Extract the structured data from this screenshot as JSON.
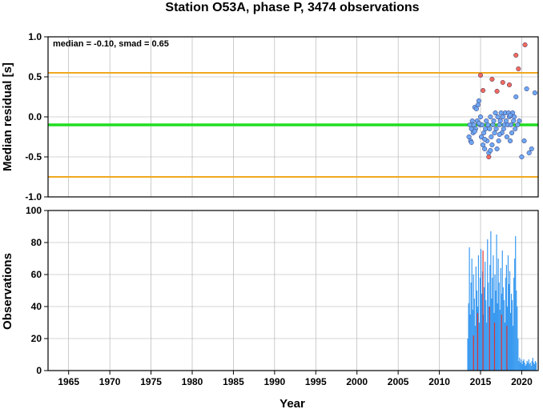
{
  "chart_data": [
    {
      "type": "scatter",
      "title": "Station O53A, phase P, 3474 observations",
      "ylabel": "Median residual [s]",
      "annotation": "median = -0.10, smad = 0.65",
      "xlim": [
        1962.5,
        2022.0
      ],
      "ylim": [
        -1.0,
        1.0
      ],
      "yticks": [
        "-1.0",
        "-0.5",
        "0.0",
        "0.5",
        "1.0"
      ],
      "grid": true,
      "reference_lines": [
        {
          "y": -0.1,
          "color": "#22dd22"
        },
        {
          "y": 0.55,
          "color": "#f0a820"
        },
        {
          "y": -0.75,
          "color": "#f0a820"
        }
      ],
      "series": [
        {
          "color": "#6fa8f5",
          "x": [
            2013.6,
            2013.7,
            2013.8,
            2013.9,
            2014.0,
            2014.1,
            2014.2,
            2014.3,
            2014.4,
            2014.5,
            2014.6,
            2014.7,
            2014.8,
            2014.9,
            2015.0,
            2015.1,
            2015.2,
            2015.3,
            2015.4,
            2015.5,
            2015.6,
            2015.7,
            2015.8,
            2015.9,
            2016.0,
            2016.1,
            2016.2,
            2016.3,
            2016.4,
            2016.5,
            2016.6,
            2016.7,
            2016.8,
            2016.9,
            2017.0,
            2017.1,
            2017.2,
            2017.3,
            2017.4,
            2017.5,
            2017.6,
            2017.7,
            2017.8,
            2017.9,
            2018.0,
            2018.1,
            2018.2,
            2018.3,
            2018.4,
            2018.5,
            2018.6,
            2018.7,
            2018.8,
            2018.9,
            2019.0,
            2019.1,
            2019.2,
            2019.3,
            2019.5,
            2019.7,
            2020.0,
            2020.3,
            2020.6,
            2020.9,
            2021.2,
            2021.6,
            2013.9,
            2014.3,
            2014.8,
            2015.5,
            2016.2,
            2017.3,
            2018.6
          ],
          "y": [
            -0.25,
            -0.1,
            -0.3,
            -0.15,
            -0.05,
            -0.2,
            -0.1,
            0.12,
            -0.15,
            0.1,
            -0.05,
            0.15,
            0.2,
            -0.1,
            0.0,
            -0.25,
            -0.1,
            -0.35,
            -0.2,
            -0.4,
            -0.15,
            -0.05,
            -0.3,
            -0.1,
            -0.45,
            -0.15,
            0.0,
            -0.25,
            -0.35,
            -0.1,
            -0.05,
            -0.2,
            0.05,
            -0.15,
            -0.4,
            0.0,
            -0.3,
            -0.1,
            -0.05,
            0.05,
            -0.2,
            0.0,
            -0.15,
            -0.1,
            0.05,
            -0.05,
            -0.25,
            -0.1,
            0.05,
            0.0,
            -0.3,
            -0.1,
            -0.2,
            0.05,
            -0.05,
            0.0,
            -0.15,
            0.25,
            -0.1,
            -0.05,
            -0.5,
            -0.3,
            0.35,
            -0.45,
            -0.4,
            0.3,
            -0.32,
            -0.18,
            -0.08,
            -0.28,
            -0.42,
            -0.22,
            0.02
          ]
        },
        {
          "color": "#f26b5c",
          "x": [
            2015.0,
            2015.3,
            2016.0,
            2016.4,
            2017.0,
            2017.7,
            2018.5,
            2019.3,
            2019.6,
            2020.4
          ],
          "y": [
            0.52,
            0.33,
            -0.5,
            0.47,
            0.32,
            0.43,
            0.4,
            0.77,
            0.6,
            0.9
          ]
        }
      ]
    },
    {
      "type": "bar",
      "ylabel": "Observations",
      "xlabel": "Year",
      "xlim": [
        1962.5,
        2022.0
      ],
      "ylim": [
        0,
        100
      ],
      "xticks": [
        "1965",
        "1970",
        "1975",
        "1980",
        "1985",
        "1990",
        "1995",
        "2000",
        "2005",
        "2010",
        "2015",
        "2020"
      ],
      "yticks": [
        "0",
        "20",
        "40",
        "60",
        "80",
        "100"
      ],
      "grid": true,
      "series": [
        {
          "color": "#3a9af0",
          "x": [
            2013.45,
            2013.55,
            2013.65,
            2013.75,
            2013.85,
            2013.95,
            2014.05,
            2014.15,
            2014.25,
            2014.35,
            2014.45,
            2014.55,
            2014.65,
            2014.75,
            2014.85,
            2014.95,
            2015.05,
            2015.15,
            2015.25,
            2015.35,
            2015.45,
            2015.55,
            2015.65,
            2015.75,
            2015.85,
            2015.95,
            2016.05,
            2016.15,
            2016.25,
            2016.35,
            2016.45,
            2016.55,
            2016.65,
            2016.75,
            2016.85,
            2016.95,
            2017.05,
            2017.15,
            2017.25,
            2017.35,
            2017.45,
            2017.55,
            2017.65,
            2017.75,
            2017.85,
            2017.95,
            2018.05,
            2018.15,
            2018.25,
            2018.35,
            2018.45,
            2018.55,
            2018.65,
            2018.75,
            2018.85,
            2018.95,
            2019.05,
            2019.15,
            2019.25,
            2019.35,
            2019.45,
            2019.55,
            2019.65,
            2019.75,
            2019.85,
            2019.95,
            2020.05,
            2020.15,
            2020.25,
            2020.35,
            2020.45,
            2020.55,
            2020.65,
            2020.75,
            2020.85,
            2020.95,
            2021.05,
            2021.15,
            2021.25,
            2021.35,
            2021.45,
            2021.55,
            2021.65,
            2021.75
          ],
          "values": [
            20,
            42,
            77,
            35,
            55,
            70,
            38,
            60,
            45,
            28,
            65,
            50,
            40,
            72,
            30,
            58,
            76,
            48,
            62,
            35,
            52,
            68,
            44,
            30,
            82,
            55,
            40,
            66,
            87,
            45,
            58,
            72,
            36,
            60,
            50,
            85,
            42,
            70,
            55,
            38,
            64,
            48,
            75,
            52,
            44,
            30,
            58,
            66,
            40,
            72,
            54,
            62,
            36,
            48,
            44,
            28,
            58,
            70,
            84,
            50,
            40,
            20,
            6,
            8,
            5,
            7,
            4,
            6,
            7,
            5,
            3,
            4,
            6,
            5,
            7,
            4,
            5,
            3,
            6,
            8,
            5,
            4,
            6,
            5
          ]
        },
        {
          "color": "#dd3333",
          "x": [
            2014.15,
            2014.65,
            2015.3,
            2016.1,
            2016.7,
            2017.55,
            2018.2
          ],
          "values": [
            22,
            36,
            75,
            40,
            30,
            35,
            28
          ]
        }
      ]
    }
  ]
}
